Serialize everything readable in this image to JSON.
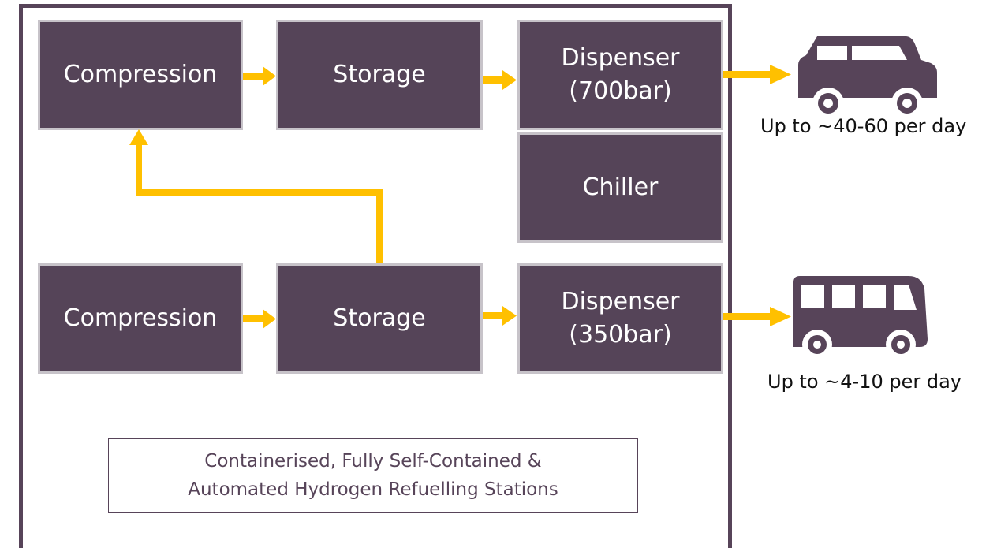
{
  "colors": {
    "block": "#554458",
    "block_border": "#c7c3c9",
    "arrow": "#ffc000",
    "frame": "#574459"
  },
  "blocks": {
    "compression_top": [
      "Compression"
    ],
    "storage_top": [
      "Storage"
    ],
    "dispenser_700": [
      "Dispenser",
      "(700bar)"
    ],
    "chiller": [
      "Chiller"
    ],
    "compression_bottom": [
      "Compression"
    ],
    "storage_bottom": [
      "Storage"
    ],
    "dispenser_350": [
      "Dispenser",
      "(350bar)"
    ]
  },
  "vehicles": {
    "car": {
      "icon": "car-icon",
      "caption": "Up to ~40-60 per day"
    },
    "bus": {
      "icon": "bus-icon",
      "caption": "Up to ~4-10 per day"
    }
  },
  "note": [
    "Containerised, Fully Self-Contained &",
    "Automated Hydrogen Refuelling Stations"
  ]
}
